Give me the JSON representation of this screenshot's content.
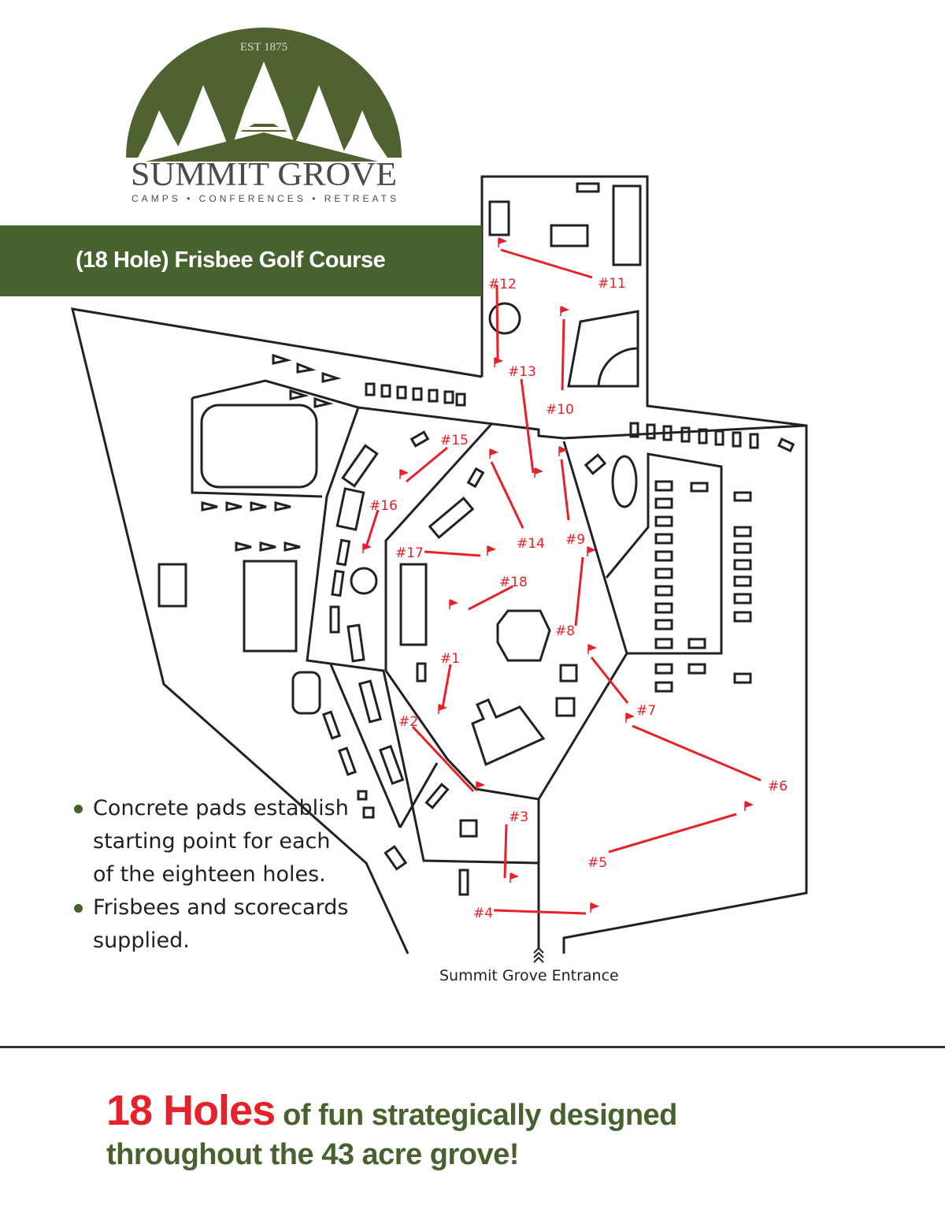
{
  "logo": {
    "established": "EST 1875",
    "name": "SUMMIT GROVE",
    "tagline": "CAMPS • CONFERENCES • RETREATS",
    "brand_color": "#48622f"
  },
  "banner": {
    "title": "(18 Hole) Frisbee Golf Course",
    "color": "#48622f"
  },
  "map": {
    "hole_color": "#e8202a",
    "entrance_label": "Summit Grove Entrance",
    "holes": [
      {
        "label": "#1"
      },
      {
        "label": "#2"
      },
      {
        "label": "#3"
      },
      {
        "label": "#4"
      },
      {
        "label": "#5"
      },
      {
        "label": "#6"
      },
      {
        "label": "#7"
      },
      {
        "label": "#8"
      },
      {
        "label": "#9"
      },
      {
        "label": "#10"
      },
      {
        "label": "#11"
      },
      {
        "label": "#12"
      },
      {
        "label": "#13"
      },
      {
        "label": "#14"
      },
      {
        "label": "#15"
      },
      {
        "label": "#16"
      },
      {
        "label": "#17"
      },
      {
        "label": "#18"
      }
    ]
  },
  "notes": [
    "Concrete pads establish starting point for each of the eighteen holes.",
    "Frisbees and scorecards supplied."
  ],
  "tagline": {
    "highlight": "18 Holes",
    "line1_rest": " of fun strategically designed",
    "line2": "throughout the 43 acre grove!"
  }
}
